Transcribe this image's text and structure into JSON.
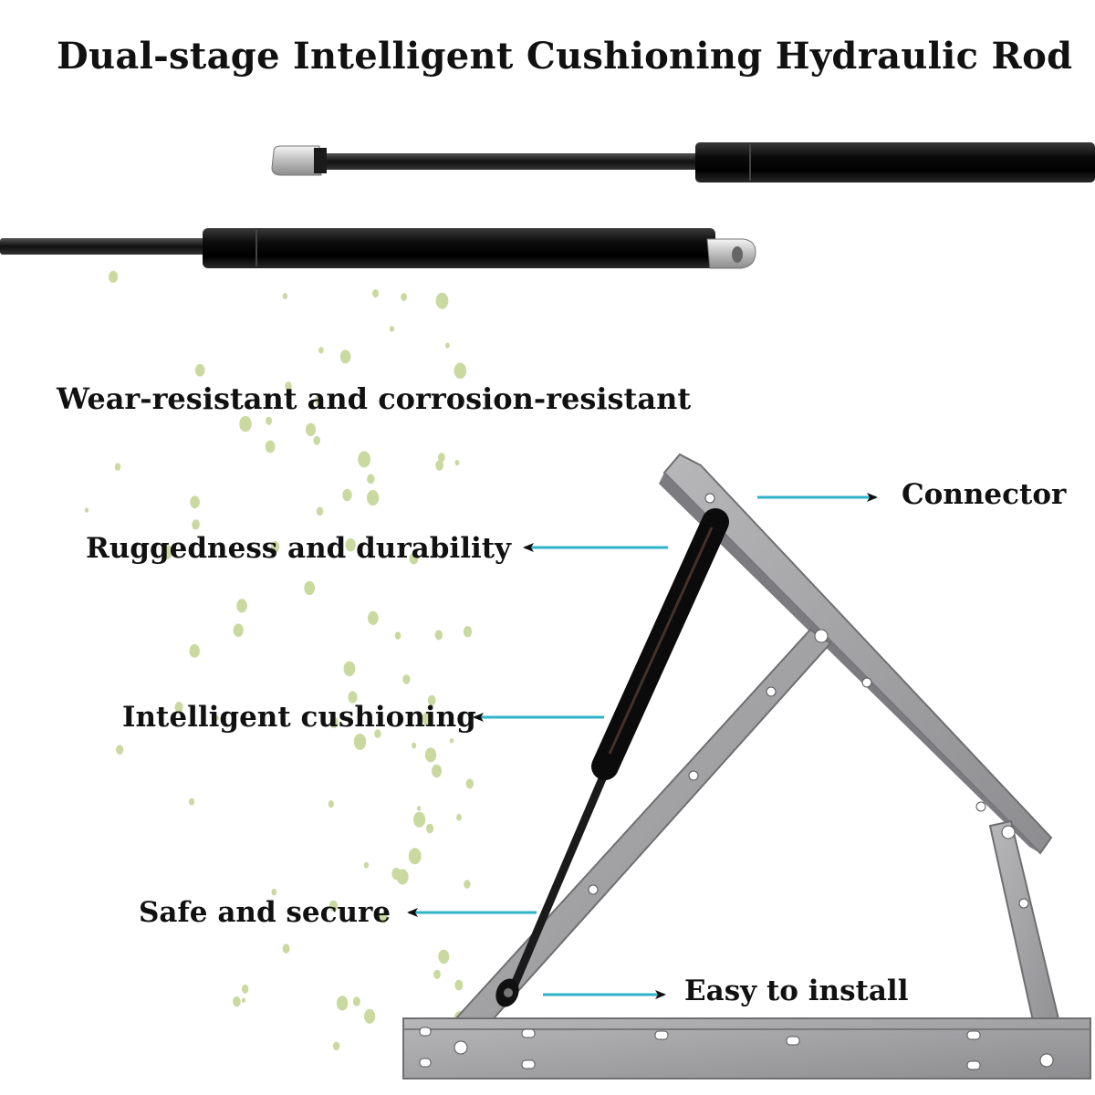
{
  "title": "Dual-stage Intelligent Cushioning Hydraulic Rod",
  "features": {
    "wear": "Wear-resistant and corrosion-resistant",
    "connector": "Connector",
    "rugged": "Ruggedness and durability",
    "cushion": "Intelligent cushioning",
    "safe": "Safe and secure",
    "install": "Easy to install"
  },
  "colors": {
    "arrow": "#2fb3c9",
    "dots": "#c9d9a0",
    "rod": "#111111",
    "metal": "#9a9a9c"
  }
}
